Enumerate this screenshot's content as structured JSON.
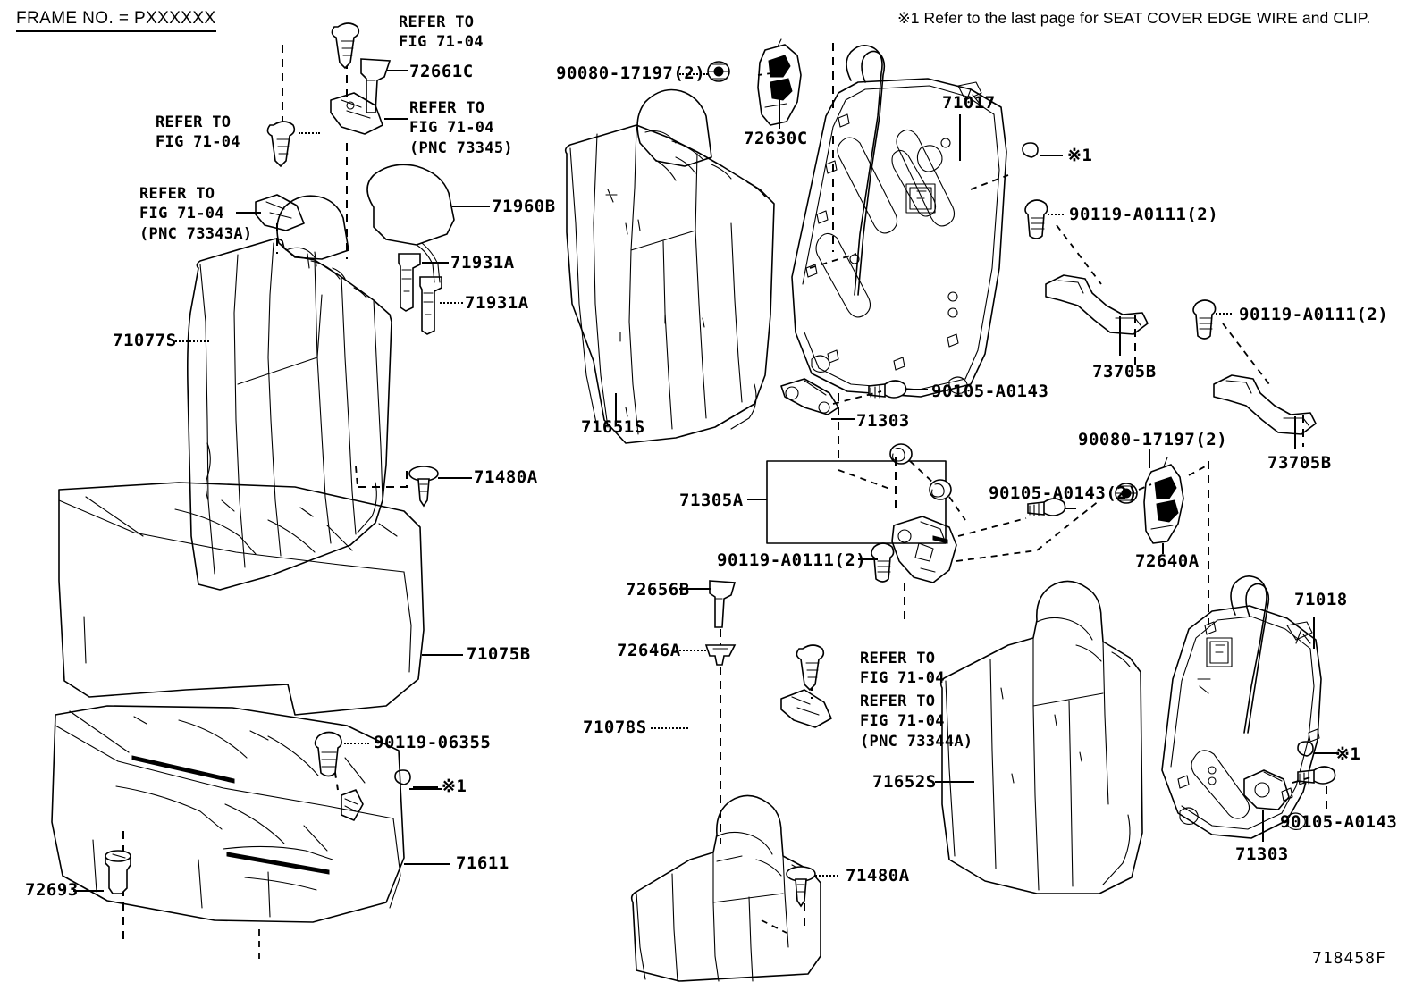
{
  "sheet": {
    "frame_no": "FRAME NO. = PXXXXXX",
    "note": "※1 Refer to the last page for SEAT COVER EDGE WIRE and CLIP.",
    "sheet_code": "718458F"
  },
  "refer_blocks": [
    {
      "id": "refer-a",
      "text": "REFER TO\nFIG 71-04"
    },
    {
      "id": "refer-b",
      "text": "REFER TO\nFIG 71-04\n(PNC 73345)"
    },
    {
      "id": "refer-c",
      "text": "REFER TO\nFIG 71-04"
    },
    {
      "id": "refer-d",
      "text": "REFER TO\nFIG 71-04\n(PNC 73343A)"
    },
    {
      "id": "refer-e",
      "text": "REFER TO\nFIG 71-04"
    },
    {
      "id": "refer-f",
      "text": "REFER TO\nFIG 71-04\n(PNC 73344A)"
    }
  ],
  "callouts": [
    {
      "id": "c-72661c",
      "text": "72661C"
    },
    {
      "id": "c-71960b",
      "text": "71960B"
    },
    {
      "id": "c-71931a-1",
      "text": "71931A"
    },
    {
      "id": "c-71931a-2",
      "text": "71931A"
    },
    {
      "id": "c-71077s",
      "text": "71077S"
    },
    {
      "id": "c-71480a-1",
      "text": "71480A"
    },
    {
      "id": "c-71075b",
      "text": "71075B"
    },
    {
      "id": "c-90119-06355",
      "text": "90119-06355"
    },
    {
      "id": "c-star1-left",
      "text": "※1"
    },
    {
      "id": "c-71611",
      "text": "71611"
    },
    {
      "id": "c-72693",
      "text": "72693"
    },
    {
      "id": "c-90080-1",
      "text": "90080-17197(2)"
    },
    {
      "id": "c-72630c",
      "text": "72630C"
    },
    {
      "id": "c-71017",
      "text": "71017"
    },
    {
      "id": "c-star1-top",
      "text": "※1"
    },
    {
      "id": "c-90119-a0111-1",
      "text": "90119-A0111(2)"
    },
    {
      "id": "c-73705b-1",
      "text": "73705B"
    },
    {
      "id": "c-90119-a0111-2",
      "text": "90119-A0111(2)"
    },
    {
      "id": "c-73705b-2",
      "text": "73705B"
    },
    {
      "id": "c-71651s",
      "text": "71651S"
    },
    {
      "id": "c-90105-a0143-1",
      "text": "90105-A0143"
    },
    {
      "id": "c-71303-1",
      "text": "71303"
    },
    {
      "id": "c-71305a",
      "text": "71305A"
    },
    {
      "id": "c-90105-a0143-2",
      "text": "90105-A0143(2)"
    },
    {
      "id": "c-90080-2",
      "text": "90080-17197(2)"
    },
    {
      "id": "c-72640a",
      "text": "72640A"
    },
    {
      "id": "c-90119-a0111-3",
      "text": "90119-A0111(2)"
    },
    {
      "id": "c-72656b",
      "text": "72656B"
    },
    {
      "id": "c-72646a",
      "text": "72646A"
    },
    {
      "id": "c-71078s",
      "text": "71078S"
    },
    {
      "id": "c-71652s",
      "text": "71652S"
    },
    {
      "id": "c-71480a-2",
      "text": "71480A"
    },
    {
      "id": "c-71018",
      "text": "71018"
    },
    {
      "id": "c-star1-right",
      "text": "※1"
    },
    {
      "id": "c-90105-a0143-3",
      "text": "90105-A0143"
    },
    {
      "id": "c-71303-2",
      "text": "71303"
    }
  ]
}
